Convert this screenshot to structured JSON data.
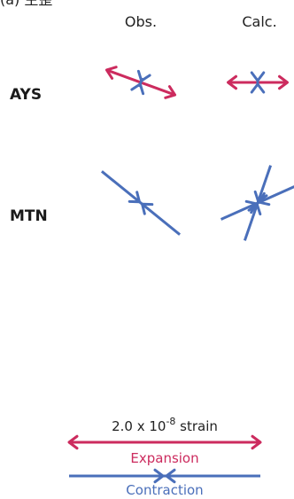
{
  "colors": {
    "expansion": "#cc2b5e",
    "contraction": "#4a6fba",
    "text": "#222222"
  },
  "top_label": "(a) 主歪",
  "columns": [
    "Obs.",
    "Calc."
  ],
  "stations": [
    {
      "name": "AYS",
      "obs": {
        "expansion_strain": 0.76,
        "expansion_azimuth_deg": 110,
        "contraction_strain": 0.1,
        "contraction_azimuth_deg": 20
      },
      "calc": {
        "expansion_strain": 0.62,
        "expansion_azimuth_deg": 90,
        "contraction_strain": 0.03,
        "contraction_azimuth_deg": 0
      }
    },
    {
      "name": "MTN",
      "obs": {
        "expansion_strain": 0,
        "expansion_azimuth_deg": 0,
        "contraction_strain": 1.05,
        "contraction_azimuth_deg": 129
      },
      "calc": {
        "expansion_strain": 0,
        "expansion_azimuth_deg": 0,
        "contraction_strain": 0.83,
        "contraction_azimuth_deg": 19,
        "contraction2_strain": 0.84,
        "contraction2_azimuth_deg": 66
      }
    }
  ],
  "scale": {
    "mantissa": "2.0 x 10",
    "exponent": "-8",
    "unit": " strain",
    "value_strain": 2.0
  },
  "legend": {
    "expansion": "Expansion",
    "contraction": "Contraction"
  }
}
